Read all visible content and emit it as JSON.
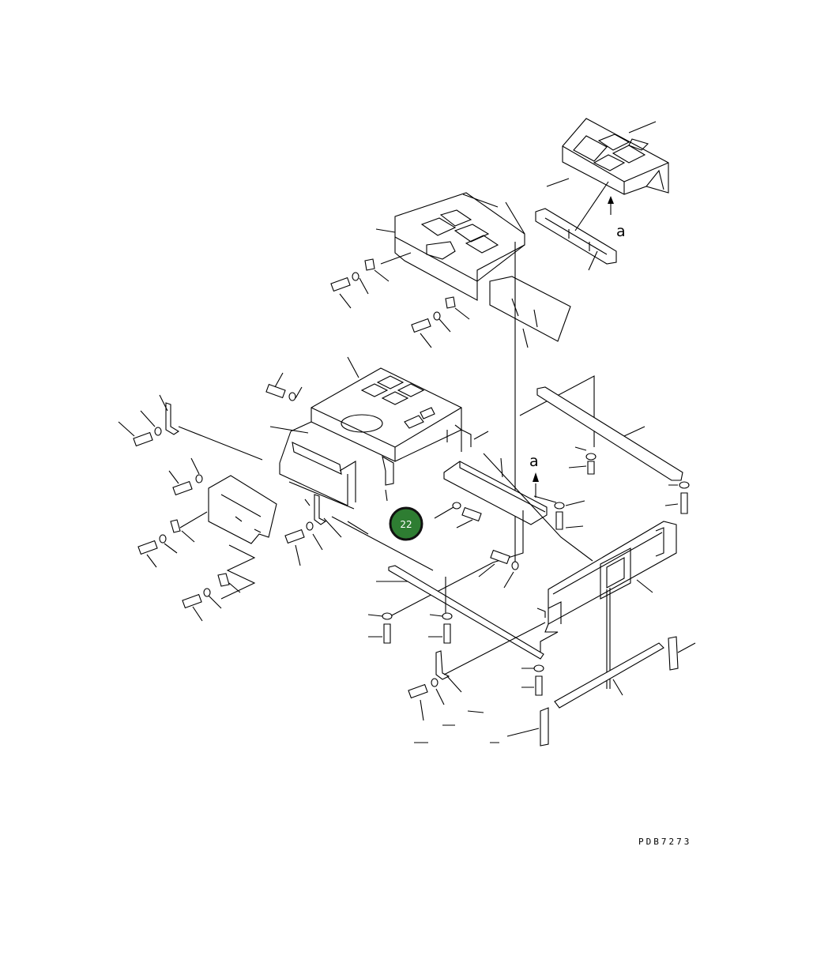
{
  "diagram": {
    "view_labels": [
      "a",
      "a"
    ],
    "hotspot": {
      "label": "22",
      "color": "#2e7d32"
    },
    "drawing_code": "PDB7273"
  }
}
